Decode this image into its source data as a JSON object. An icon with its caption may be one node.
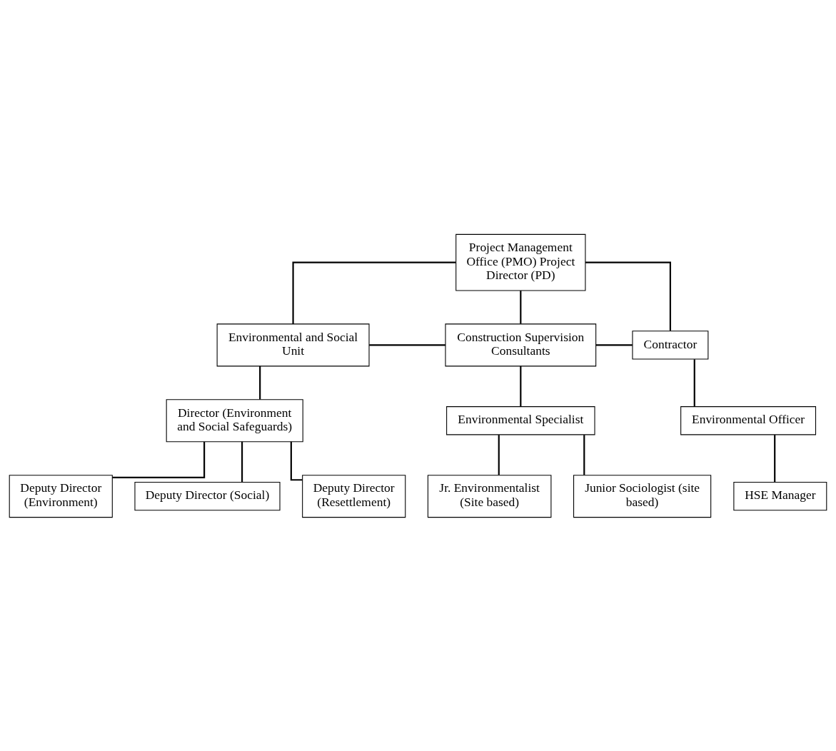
{
  "diagram": {
    "nodes": [
      {
        "text": [
          "Project Management Office (PMO) Project Director (PD)"
        ]
      },
      {
        "text": [
          "Environmental and Social Unit"
        ]
      },
      {
        "text": [
          "Construction Supervision Consultants"
        ]
      },
      {
        "text": [
          "Contractor"
        ]
      },
      {
        "text": [
          "Director (Environment and Social Safeguards)"
        ]
      },
      {
        "text": [
          "Environmental Specialist"
        ]
      },
      {
        "text": [
          "Environmental Officer"
        ]
      },
      {
        "text": [
          "Deputy Director (Environment)"
        ]
      },
      {
        "text": [
          "Deputy Director (Social)"
        ]
      },
      {
        "text": [
          "Jr. Environmentalist (Site based)"
        ]
      },
      {
        "text": [
          "Junior Sociologist (site based)"
        ]
      },
      {
        "text": [
          "Deputy Director (Resettlement)"
        ]
      },
      {
        "text": [
          "HSE Manager"
        ]
      }
    ],
    "edges": [
      {
        "from": 0,
        "to": 1,
        "arrow": "none"
      },
      {
        "from": 0,
        "to": 2,
        "arrow": "none"
      },
      {
        "from": 0,
        "to": 3,
        "arrow": "none"
      },
      {
        "from": 1,
        "to": 2,
        "arrow": "none"
      },
      {
        "from": 2,
        "to": 3,
        "arrow": "none"
      },
      {
        "from": 1,
        "to": 4,
        "arrow": "none"
      },
      {
        "from": 2,
        "to": 5,
        "arrow": "none"
      },
      {
        "from": 3,
        "to": 6,
        "arrow": "none"
      },
      {
        "from": 4,
        "to": 7,
        "arrow": "none"
      },
      {
        "from": 4,
        "to": 8,
        "arrow": "none"
      },
      {
        "from": 4,
        "to": 11,
        "arrow": "none"
      },
      {
        "from": 5,
        "to": 9,
        "arrow": "none"
      },
      {
        "from": 5,
        "to": 10,
        "arrow": "none"
      },
      {
        "from": 6,
        "to": 12,
        "arrow": "none"
      }
    ]
  }
}
